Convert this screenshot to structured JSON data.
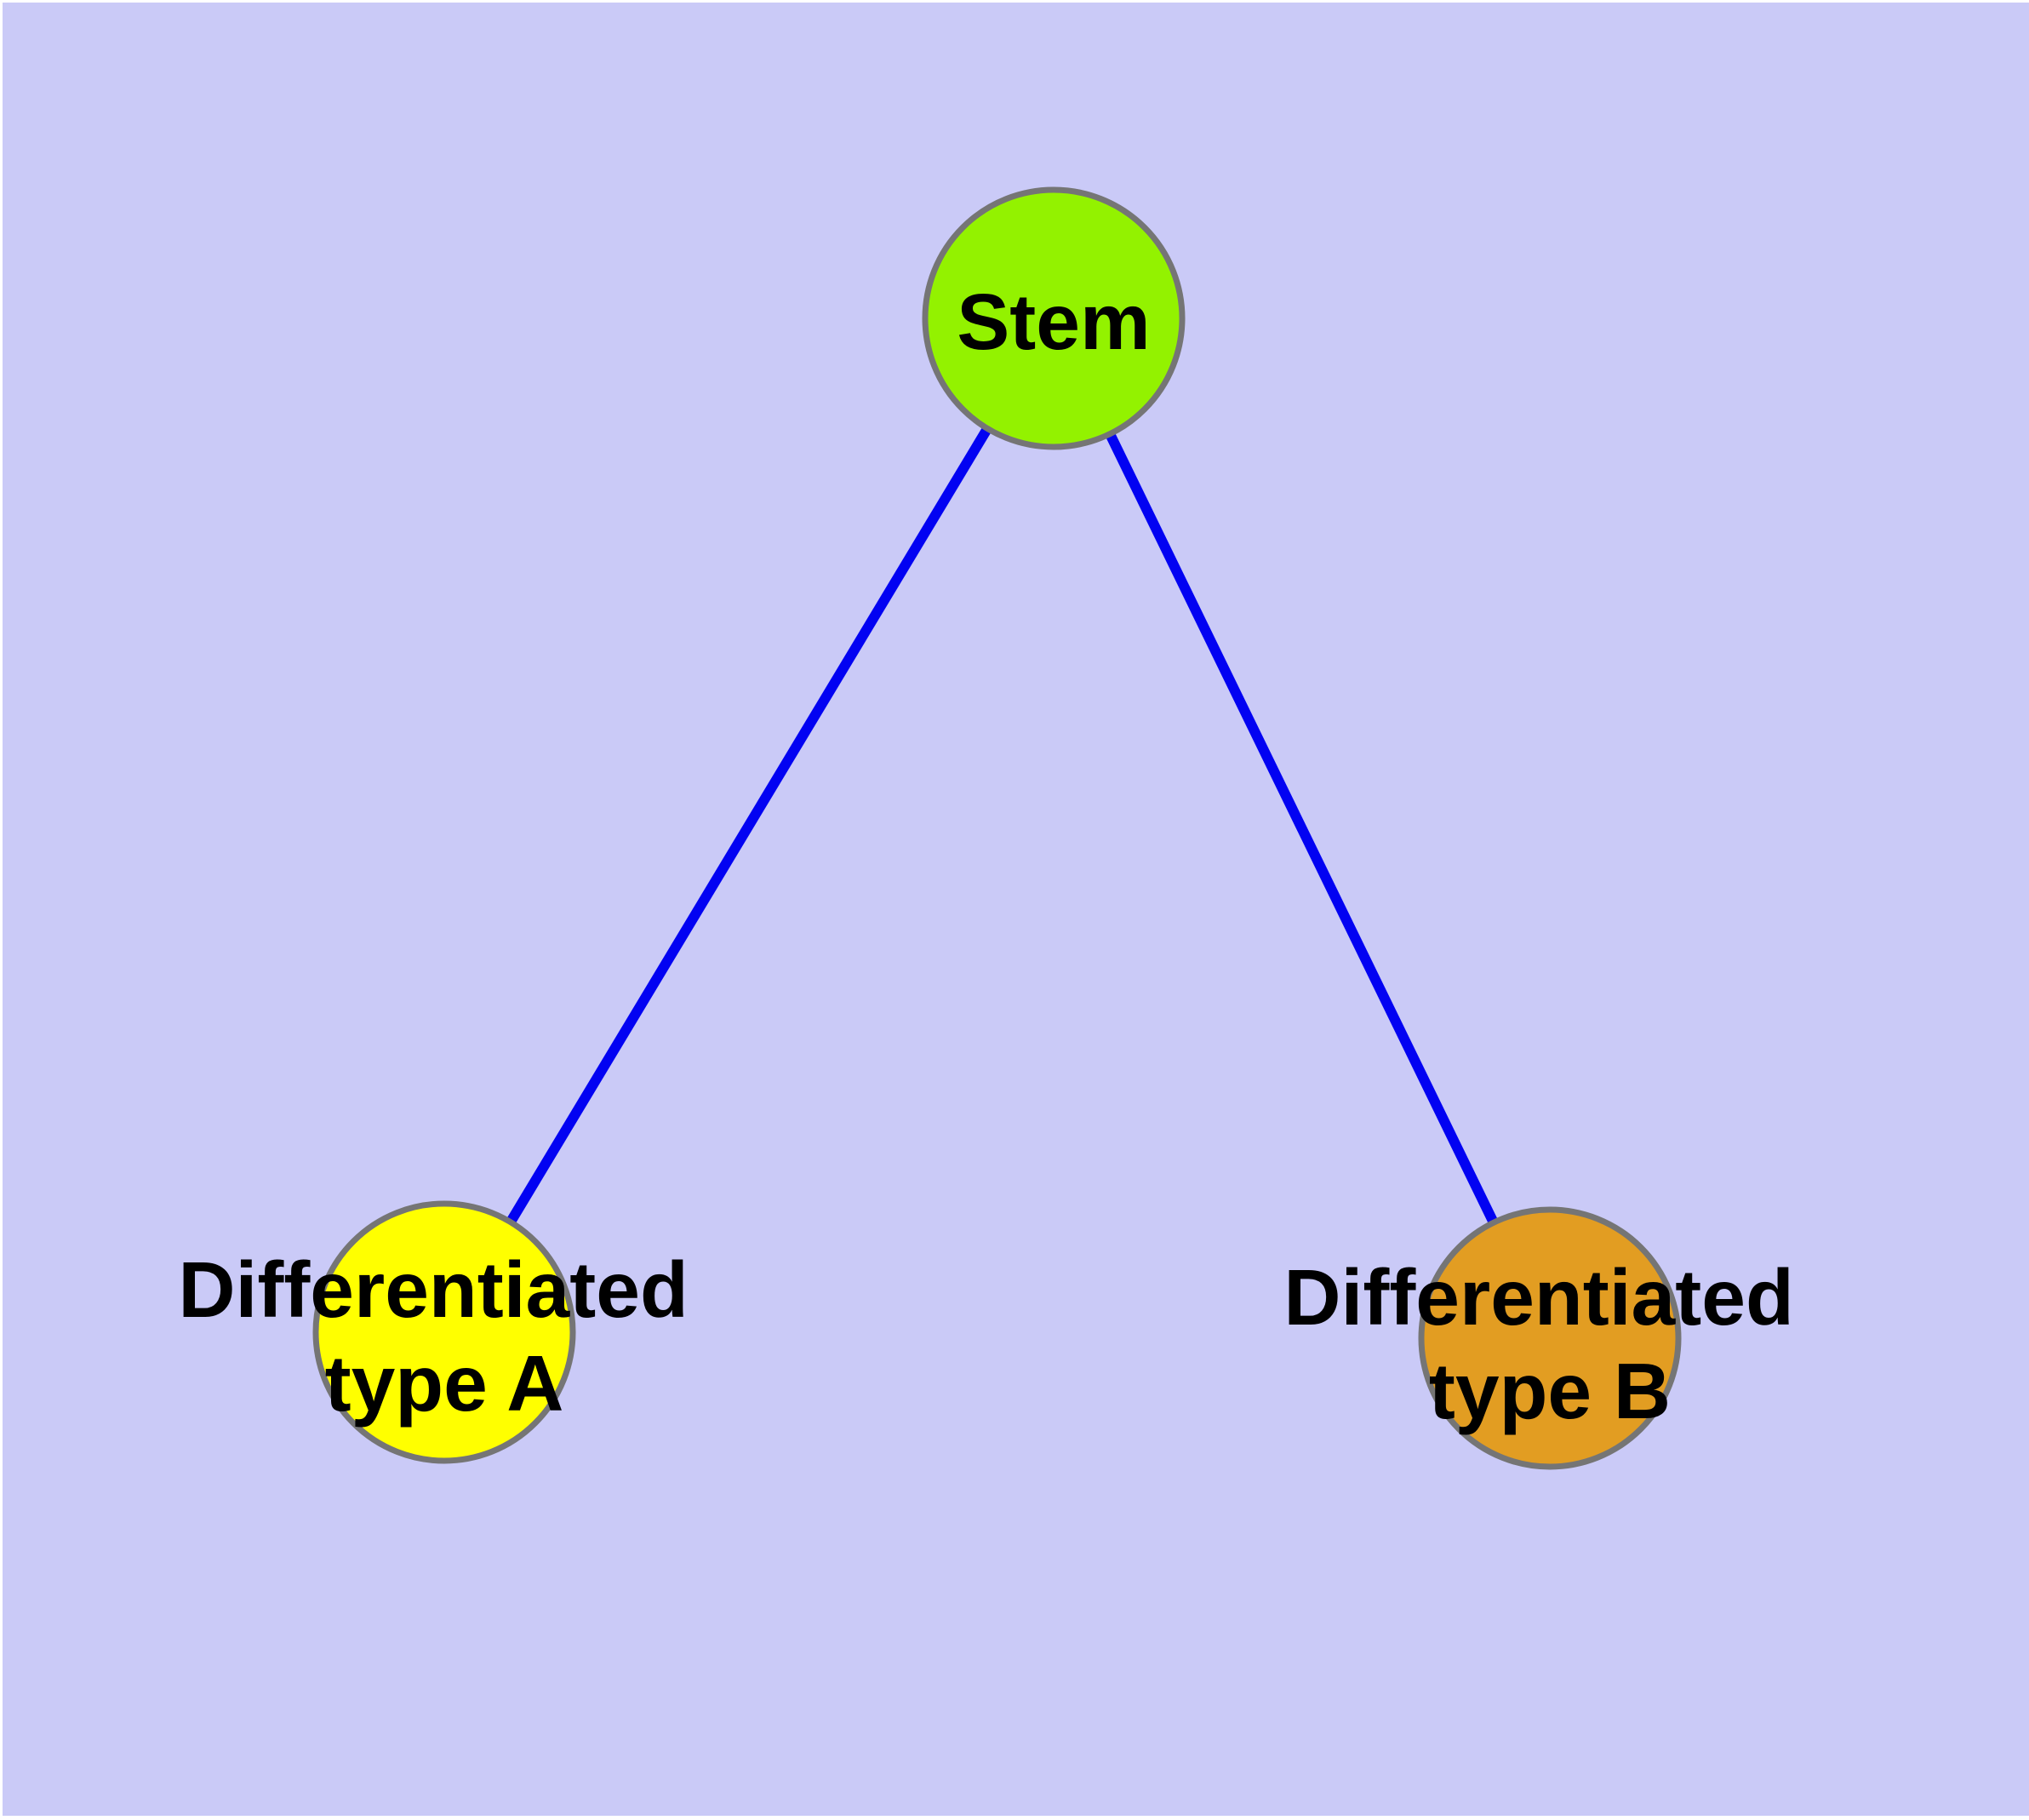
{
  "diagram": {
    "type": "graph",
    "page_background_color": "#ffffff",
    "background_color": "#cacaf7",
    "edge_color": "#0202f2",
    "node_border_color": "#757575",
    "text_color": "#000000",
    "nodes": {
      "stem": {
        "label": "Stem",
        "fill_color": "#93f200"
      },
      "type_a": {
        "label": "Differentiated type A",
        "label_line1": "Differentiated",
        "label_line2": "type A",
        "fill_color": "#ffff00"
      },
      "type_b": {
        "label": "Differentiated type B",
        "label_line1": "Differentiated",
        "label_line2": "type B",
        "fill_color": "#e29d22"
      }
    },
    "edges": [
      {
        "from": "Stem",
        "to": "Differentiated type A"
      },
      {
        "from": "Stem",
        "to": "Differentiated type B"
      }
    ]
  }
}
